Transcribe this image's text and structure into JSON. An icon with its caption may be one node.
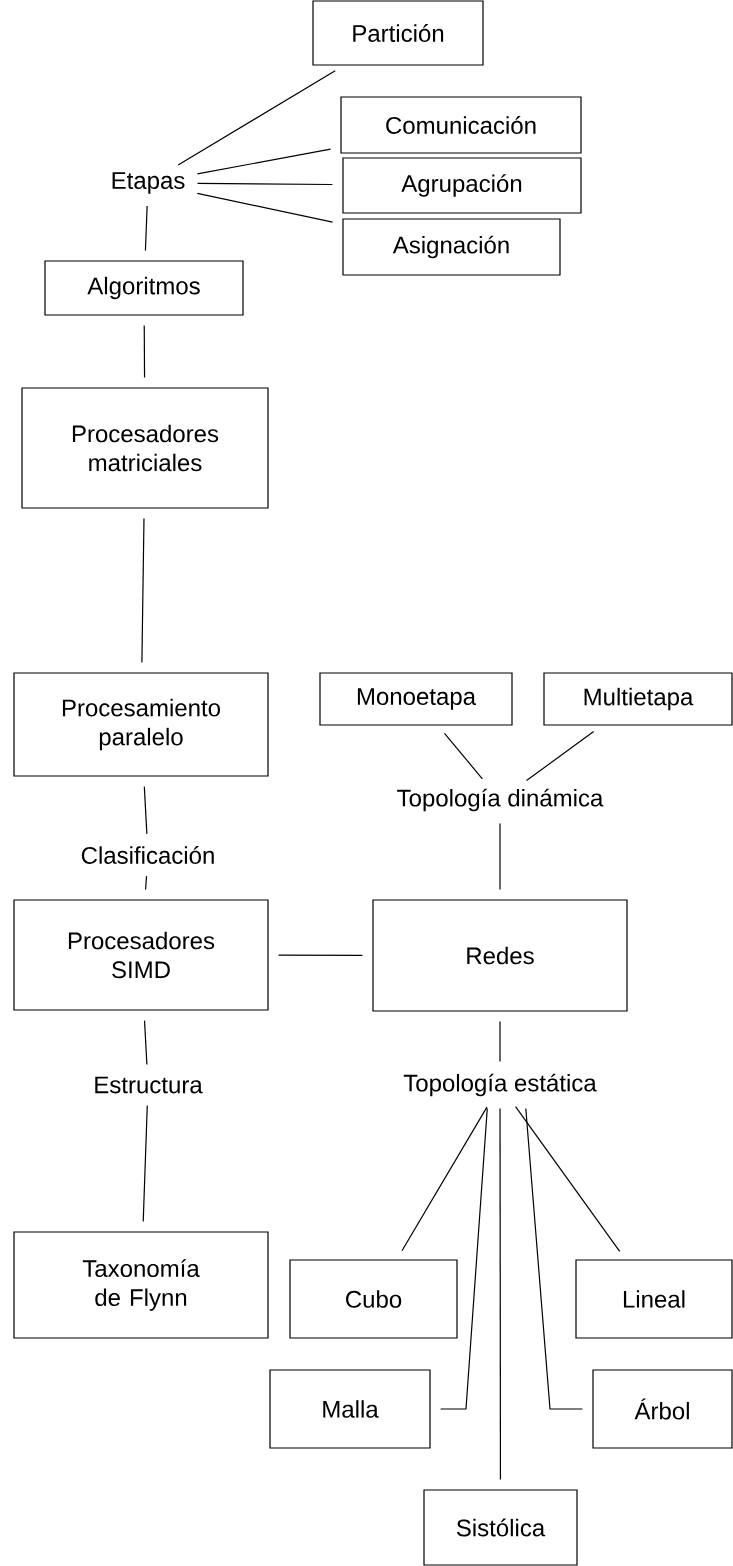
{
  "diagram": {
    "nodes": [
      {
        "text": [
          "Partición"
        ]
      },
      {
        "text": [
          "Comunicación"
        ]
      },
      {
        "text": [
          "Agrupación"
        ]
      },
      {
        "text": [
          "Asignación"
        ]
      },
      {
        "text": [
          "Etapas"
        ]
      },
      {
        "text": [
          "Algoritmos"
        ]
      },
      {
        "text": [
          "Procesadores matriciales"
        ]
      },
      {
        "text": [
          "Procesamiento paralelo"
        ]
      },
      {
        "text": [
          "Clasificación"
        ]
      },
      {
        "text": [
          "Procesadores SIMD"
        ]
      },
      {
        "text": [
          "Redes"
        ]
      },
      {
        "text": [
          "Monoetapa"
        ]
      },
      {
        "text": [
          "Multietapa"
        ]
      },
      {
        "text": [
          "Topología dinámica"
        ]
      },
      {
        "text": [
          "Estructura"
        ]
      },
      {
        "text": [
          "Topología estática"
        ]
      },
      {
        "text": [
          "Taxonomía de Flynn"
        ]
      },
      {
        "text": [
          "Cubo"
        ]
      },
      {
        "text": [
          "Lineal"
        ]
      },
      {
        "text": [
          "Malla"
        ]
      },
      {
        "text": [
          "Árbol"
        ]
      },
      {
        "text": [
          "Sistólica"
        ]
      }
    ],
    "edges": [
      {
        "from": 4,
        "to": 0,
        "arrow": "none"
      },
      {
        "from": 4,
        "to": 1,
        "arrow": "none"
      },
      {
        "from": 4,
        "to": 2,
        "arrow": "none"
      },
      {
        "from": 4,
        "to": 3,
        "arrow": "none"
      },
      {
        "from": 4,
        "to": 5,
        "arrow": "none"
      },
      {
        "from": 5,
        "to": 6,
        "arrow": "none"
      },
      {
        "from": 6,
        "to": 7,
        "arrow": "none"
      },
      {
        "from": 7,
        "to": 8,
        "arrow": "none"
      },
      {
        "from": 8,
        "to": 9,
        "arrow": "none"
      },
      {
        "from": 9,
        "to": 10,
        "arrow": "none"
      },
      {
        "from": 9,
        "to": 14,
        "arrow": "none"
      },
      {
        "from": 14,
        "to": 16,
        "arrow": "none"
      },
      {
        "from": 13,
        "to": 11,
        "arrow": "none"
      },
      {
        "from": 13,
        "to": 12,
        "arrow": "none"
      },
      {
        "from": 13,
        "to": 10,
        "arrow": "none"
      },
      {
        "from": 10,
        "to": 15,
        "arrow": "none"
      },
      {
        "from": 15,
        "to": 17,
        "arrow": "none"
      },
      {
        "from": 15,
        "to": 18,
        "arrow": "none"
      },
      {
        "from": 15,
        "to": 19,
        "arrow": "none"
      },
      {
        "from": 15,
        "to": 20,
        "arrow": "none"
      },
      {
        "from": 15,
        "to": 21,
        "arrow": "none"
      }
    ]
  }
}
